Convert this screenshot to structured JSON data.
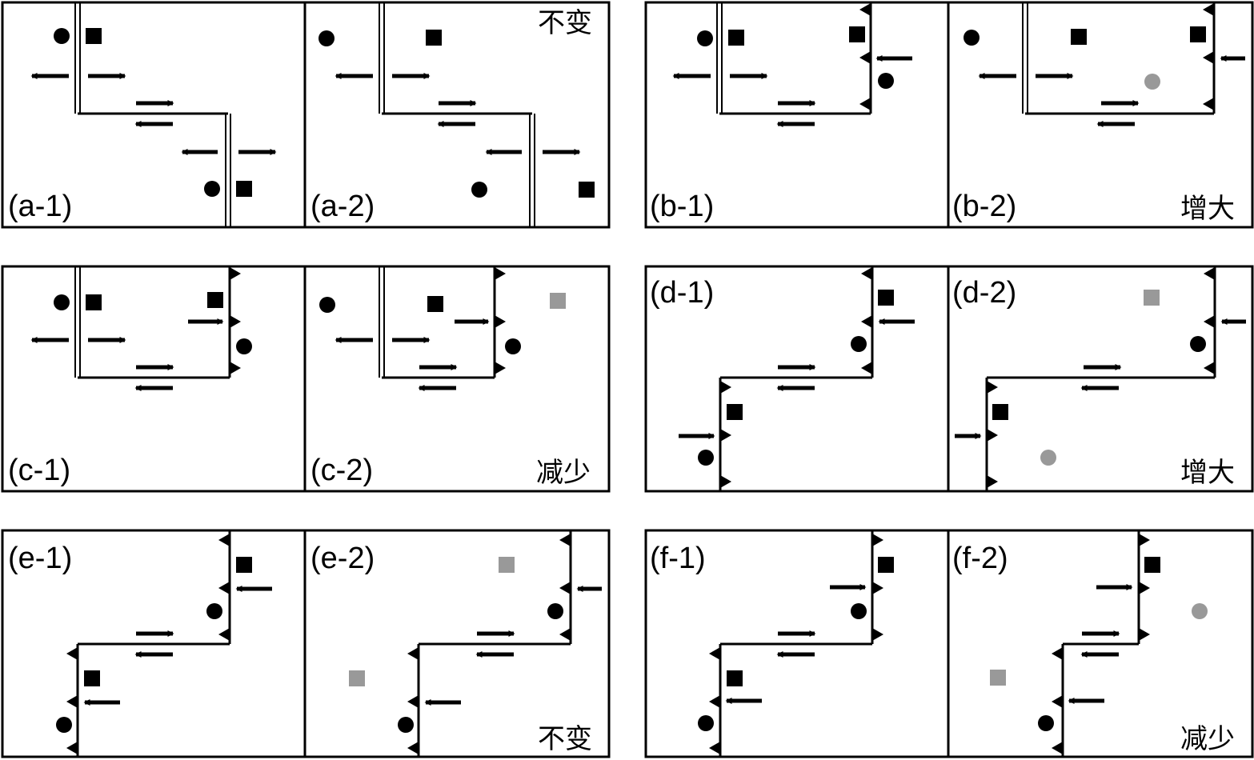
{
  "panels": {
    "a1": {
      "label": "(a-1)",
      "note": ""
    },
    "a2": {
      "label": "(a-2)",
      "note": "不变"
    },
    "b1": {
      "label": "(b-1)",
      "note": ""
    },
    "b2": {
      "label": "(b-2)",
      "note": "增大"
    },
    "c1": {
      "label": "(c-1)",
      "note": ""
    },
    "c2": {
      "label": "(c-2)",
      "note": "减少"
    },
    "d1": {
      "label": "(d-1)",
      "note": ""
    },
    "d2": {
      "label": "(d-2)",
      "note": "增大"
    },
    "e1": {
      "label": "(e-1)",
      "note": ""
    },
    "e2": {
      "label": "(e-2)",
      "note": "不变"
    },
    "f1": {
      "label": "(f-1)",
      "note": ""
    },
    "f2": {
      "label": "(f-2)",
      "note": "减少"
    }
  },
  "colors": {
    "line": "#000000",
    "marker": "#000000",
    "displaced_marker": "#999999",
    "background": "#ffffff"
  }
}
